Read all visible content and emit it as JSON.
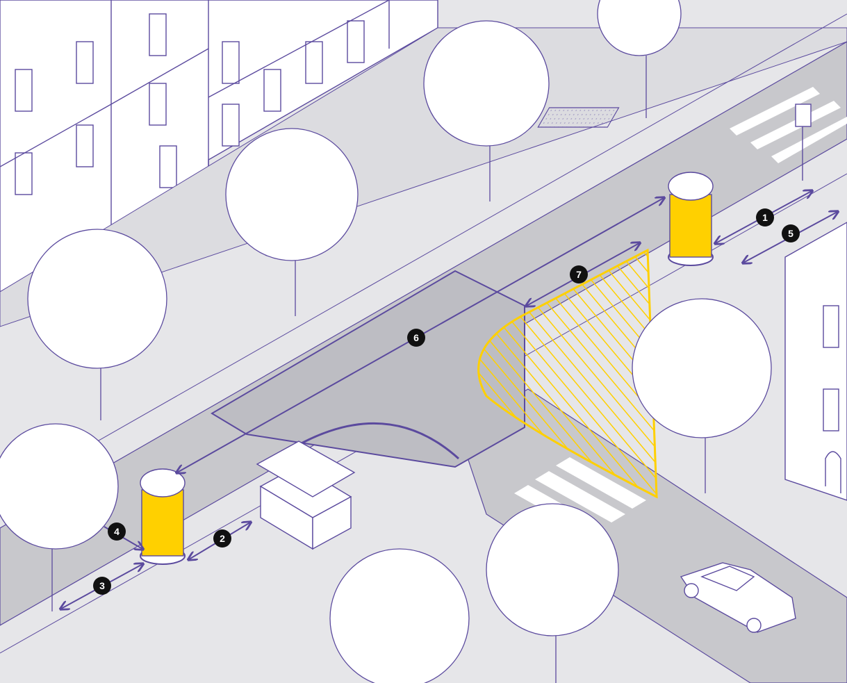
{
  "colors": {
    "ground": "#e6e6e9",
    "road": "#c8c8cc",
    "line": "#5b4a9e",
    "kiosk_fill": "#ffd000",
    "kiosk_outline": "#5b4a9e",
    "visibility_zone": "#ffd000",
    "marker_fill": "#111111",
    "marker_text": "#ffffff",
    "crosswalk": "#ffffff",
    "tree_fill": "#ffffff"
  },
  "markers": [
    {
      "id": "1",
      "label": "1"
    },
    {
      "id": "2",
      "label": "2"
    },
    {
      "id": "3",
      "label": "3"
    },
    {
      "id": "4",
      "label": "4"
    },
    {
      "id": "5",
      "label": "5"
    },
    {
      "id": "6",
      "label": "6"
    },
    {
      "id": "7",
      "label": "7"
    }
  ],
  "icons": [
    "advertising-column-icon",
    "kiosk-icon",
    "tree-icon",
    "car-icon",
    "street-sign-icon",
    "dimension-arrow-icon"
  ]
}
